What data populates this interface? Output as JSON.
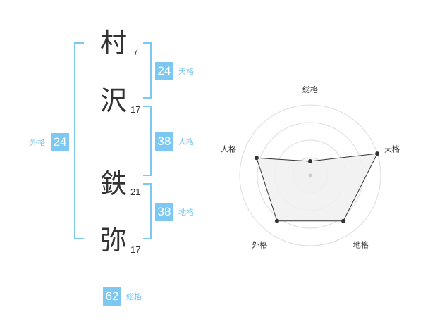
{
  "name_chars": [
    {
      "char": "村",
      "strokes": "7"
    },
    {
      "char": "沢",
      "strokes": "17"
    },
    {
      "char": "鉄",
      "strokes": "21"
    },
    {
      "char": "弥",
      "strokes": "17"
    }
  ],
  "grids": {
    "tenkaku": {
      "value": "24",
      "label": "天格"
    },
    "jinkaku": {
      "value": "38",
      "label": "人格"
    },
    "chikaku": {
      "value": "38",
      "label": "地格"
    },
    "gaikaku": {
      "value": "24",
      "label": "外格"
    },
    "soukaku": {
      "value": "62",
      "label": "総格"
    }
  },
  "chart_data": {
    "type": "radar",
    "axes": [
      "総格",
      "天格",
      "地格",
      "外格",
      "人格"
    ],
    "values": [
      0.2,
      1.0,
      0.8,
      0.8,
      0.8
    ],
    "rings": 4
  },
  "colors": {
    "accent": "#7cc8f2",
    "text": "#333333",
    "ring": "#dddddd",
    "fill": "#f0f0f0",
    "line": "#333333"
  }
}
